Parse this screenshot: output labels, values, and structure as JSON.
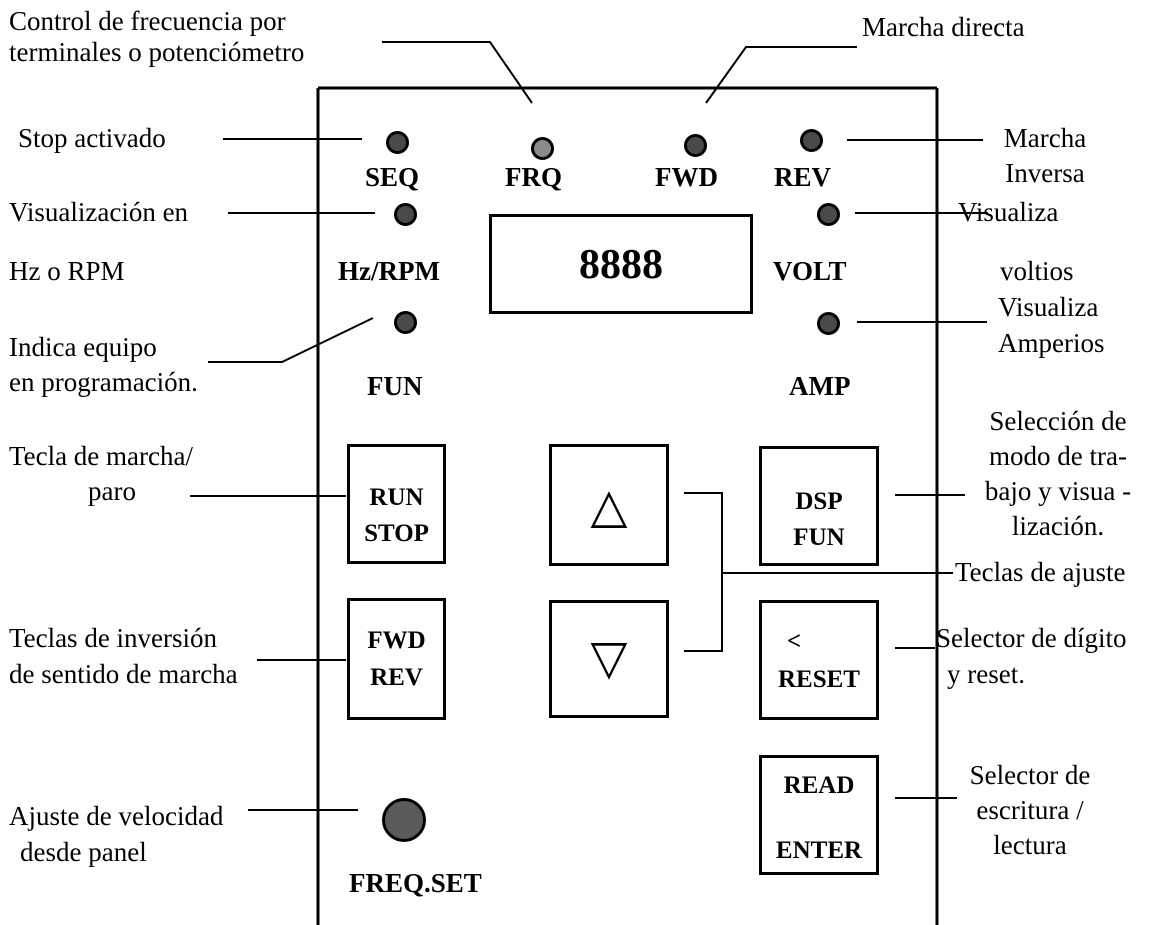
{
  "panel": {
    "indicators": {
      "seq": "SEQ",
      "frq": "FRQ",
      "fwd": "FWD",
      "rev": "REV",
      "hz_rpm": "Hz/RPM",
      "volt": "VOLT",
      "fun": "FUN",
      "amp": "AMP"
    },
    "display_value": "8888",
    "keys": {
      "run_stop": [
        "RUN",
        "STOP"
      ],
      "up": "△",
      "dsp_fun": [
        "DSP",
        "FUN"
      ],
      "fwd_rev": [
        "FWD",
        "REV"
      ],
      "down": "▽",
      "reset": [
        "<",
        "RESET"
      ],
      "read_enter": [
        "READ",
        "ENTER"
      ]
    },
    "freq_set": "FREQ.SET"
  },
  "callouts": {
    "freq_control": [
      "Control de frecuencia por",
      "terminales o potenciómetro"
    ],
    "forward_run": "Marcha directa",
    "stop_active": "Stop activado",
    "reverse_run": [
      "Marcha",
      "Inversa"
    ],
    "hz_display": [
      "Visualización en",
      "Hz o RPM"
    ],
    "volt_display": [
      "Visualiza",
      "voltios"
    ],
    "amp_display": [
      "Visualiza",
      "Amperios"
    ],
    "programming": [
      "Indica equipo",
      "en programación."
    ],
    "run_stop_key": [
      "Tecla de marcha/",
      "paro"
    ],
    "mode_select": [
      "Selección de",
      "modo de tra-",
      "bajo y visua -",
      "lización."
    ],
    "adjust_keys": "Teclas de ajuste",
    "direction_keys": [
      "Teclas de inversión",
      "de sentido de marcha"
    ],
    "digit_reset": [
      "Selector de dígito",
      "y reset."
    ],
    "speed_adjust": [
      "Ajuste de velocidad",
      "desde panel"
    ],
    "write_read": [
      "Selector de",
      "escritura /",
      "lectura"
    ]
  },
  "colors": {
    "led_dark": "#4a4a4a",
    "led_light": "#8a8a8a",
    "knob": "#5a5a5a"
  }
}
